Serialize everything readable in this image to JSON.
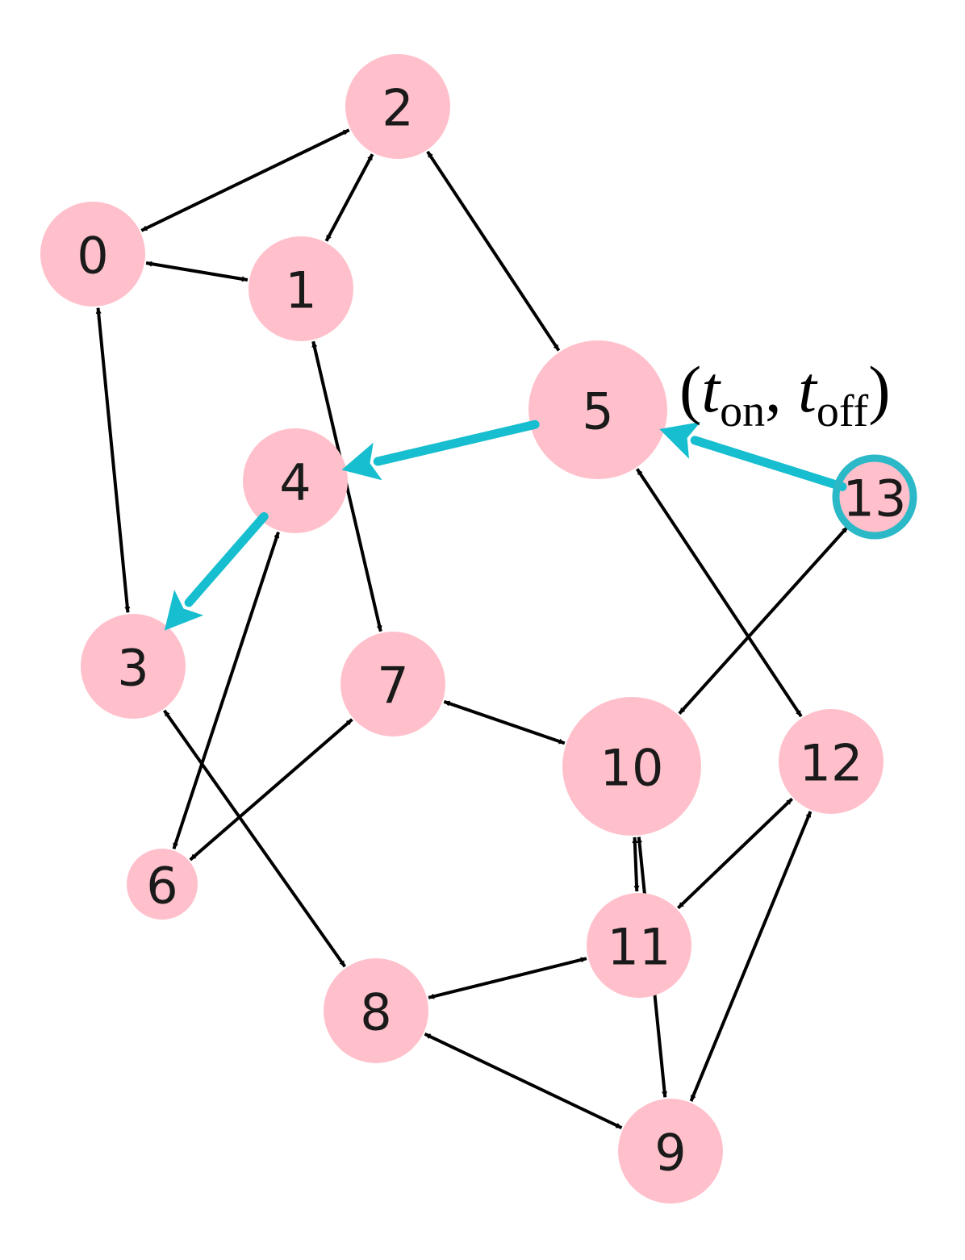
{
  "diagram": {
    "type": "directed-graph",
    "colors": {
      "node_fill": "#ffc0cb",
      "edge": "#000000",
      "highlight": "#17becf",
      "highlight_ring": "#2bb8c7",
      "label": "#1a1a1a"
    },
    "annotation": {
      "open": "(",
      "t": "t",
      "sub_on": "on",
      "comma": ",",
      "sub_off": "off",
      "close": ")"
    },
    "nodes": [
      {
        "id": "0",
        "label": "0"
      },
      {
        "id": "1",
        "label": "1"
      },
      {
        "id": "2",
        "label": "2"
      },
      {
        "id": "3",
        "label": "3"
      },
      {
        "id": "4",
        "label": "4"
      },
      {
        "id": "5",
        "label": "5"
      },
      {
        "id": "6",
        "label": "6"
      },
      {
        "id": "7",
        "label": "7"
      },
      {
        "id": "8",
        "label": "8"
      },
      {
        "id": "9",
        "label": "9"
      },
      {
        "id": "10",
        "label": "10"
      },
      {
        "id": "11",
        "label": "11"
      },
      {
        "id": "12",
        "label": "12"
      },
      {
        "id": "13",
        "label": "13",
        "highlighted": true
      }
    ],
    "edges": [
      {
        "from": "0",
        "to": "2",
        "bidirectional": true
      },
      {
        "from": "0",
        "to": "1",
        "bidirectional": true
      },
      {
        "from": "0",
        "to": "3",
        "bidirectional": true
      },
      {
        "from": "1",
        "to": "2",
        "bidirectional": true
      },
      {
        "from": "1",
        "to": "7",
        "bidirectional": true
      },
      {
        "from": "2",
        "to": "5",
        "bidirectional": true
      },
      {
        "from": "5",
        "to": "12",
        "bidirectional": true
      },
      {
        "from": "13",
        "to": "10",
        "bidirectional": true
      },
      {
        "from": "4",
        "to": "6",
        "bidirectional": true
      },
      {
        "from": "3",
        "to": "8",
        "bidirectional": true
      },
      {
        "from": "7",
        "to": "6",
        "bidirectional": true
      },
      {
        "from": "7",
        "to": "10",
        "bidirectional": true
      },
      {
        "from": "10",
        "to": "11",
        "bidirectional": true
      },
      {
        "from": "11",
        "to": "12",
        "bidirectional": true
      },
      {
        "from": "11",
        "to": "8",
        "bidirectional": true
      },
      {
        "from": "10",
        "to": "9",
        "bidirectional": true
      },
      {
        "from": "12",
        "to": "9",
        "bidirectional": true
      },
      {
        "from": "8",
        "to": "9",
        "bidirectional": true
      }
    ],
    "highlight_path": [
      {
        "from": "13",
        "to": "5"
      },
      {
        "from": "5",
        "to": "4"
      },
      {
        "from": "4",
        "to": "3"
      }
    ]
  }
}
